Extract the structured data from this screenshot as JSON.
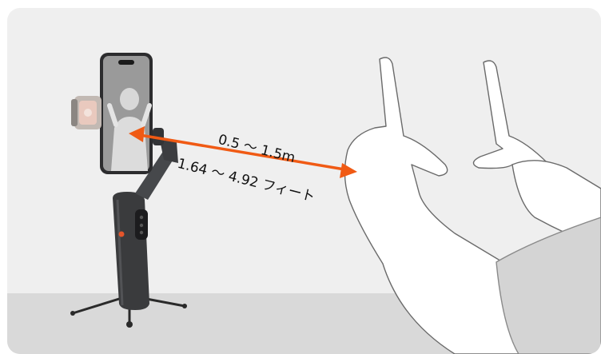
{
  "distance": {
    "meters": "0.5 ～ 1.5m",
    "feet": "1.64 ～ 4.92 フィート"
  },
  "colors": {
    "arrow": "#f05a14",
    "background": "#efefef",
    "floor": "#d9d9d9"
  },
  "icons": [
    "gimbal-stabilizer",
    "smartphone",
    "fill-light",
    "tripod",
    "hand-gesture-frame"
  ]
}
